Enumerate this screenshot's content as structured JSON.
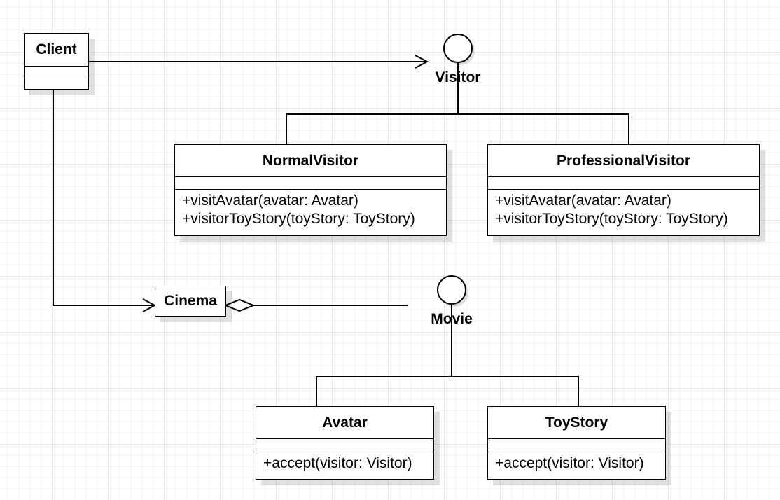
{
  "diagram": {
    "classes": {
      "client": {
        "name": "Client"
      },
      "normal_visitor": {
        "name": "NormalVisitor",
        "operations": [
          "+visitAvatar(avatar: Avatar)",
          "+visitorToyStory(toyStory: ToyStory)"
        ]
      },
      "professional_visitor": {
        "name": "ProfessionalVisitor",
        "operations": [
          "+visitAvatar(avatar: Avatar)",
          "+visitorToyStory(toyStory: ToyStory)"
        ]
      },
      "cinema": {
        "name": "Cinema"
      },
      "avatar": {
        "name": "Avatar",
        "operations": [
          "+accept(visitor: Visitor)"
        ]
      },
      "toy_story": {
        "name": "ToyStory",
        "operations": [
          "+accept(visitor: Visitor)"
        ]
      }
    },
    "interfaces": {
      "visitor": {
        "name": "Visitor"
      },
      "movie": {
        "name": "Movie"
      }
    }
  }
}
